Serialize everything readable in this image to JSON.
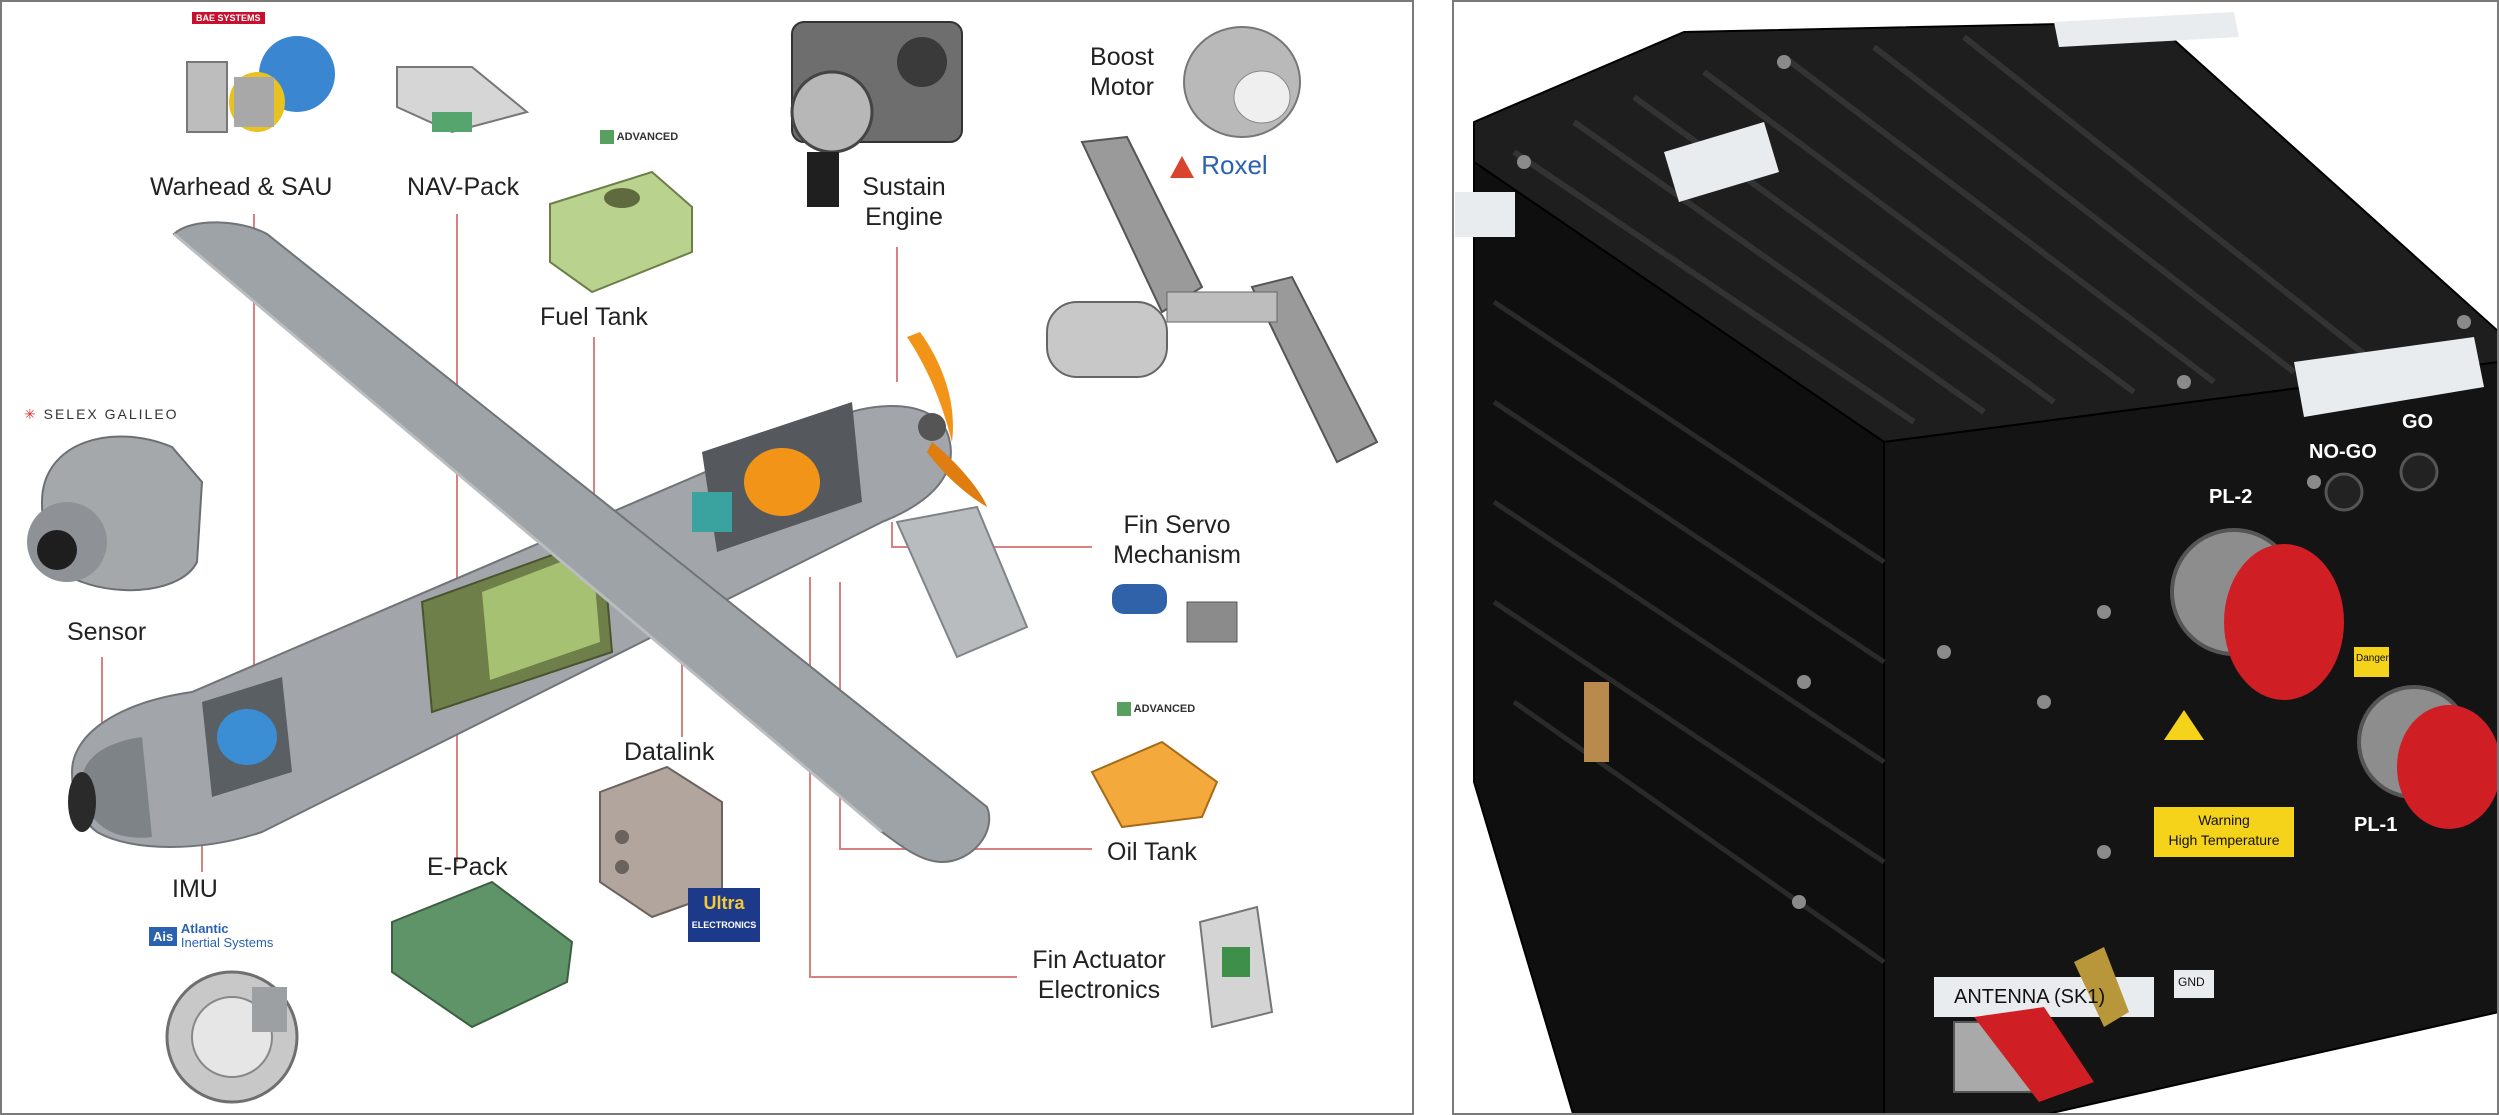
{
  "labels": {
    "warhead": "Warhead & SAU",
    "navpack": "NAV-Pack",
    "fueltank": "Fuel Tank",
    "sustain1": "Sustain",
    "sustain2": "Engine",
    "boost1": "Boost",
    "boost2": "Motor",
    "sensor": "Sensor",
    "finservo1": "Fin Servo",
    "finservo2": "Mechanism",
    "datalink": "Datalink",
    "oiltank": "Oil Tank",
    "imu": "IMU",
    "epack": "E-Pack",
    "finact1": "Fin Actuator",
    "finact2": "Electronics"
  },
  "logos": {
    "bae": "BAE SYSTEMS",
    "afs1": "ADVANCED",
    "afs2": "ADVANCED",
    "roxel": "Roxel",
    "selex": "SELEX GALILEO",
    "ultra1": "Ultra",
    "ultra2": "ELECTRONICS",
    "ais_mark": "Ais",
    "ais1": "Atlantic",
    "ais2": "Inertial Systems"
  },
  "box_labels": {
    "pl2": "PL-2",
    "nogo": "NO-GO",
    "go": "GO",
    "pl1": "PL-1",
    "warning1": "Warning",
    "warning2": "High Temperature",
    "antenna": "ANTENNA (SK1)",
    "gnd": "GND",
    "danger": "Danger"
  },
  "colors": {
    "line": "#d98080",
    "body": "#9ea3a7",
    "box": "#161616",
    "cap": "#cf1f25",
    "engine_orange": "#f29418"
  }
}
